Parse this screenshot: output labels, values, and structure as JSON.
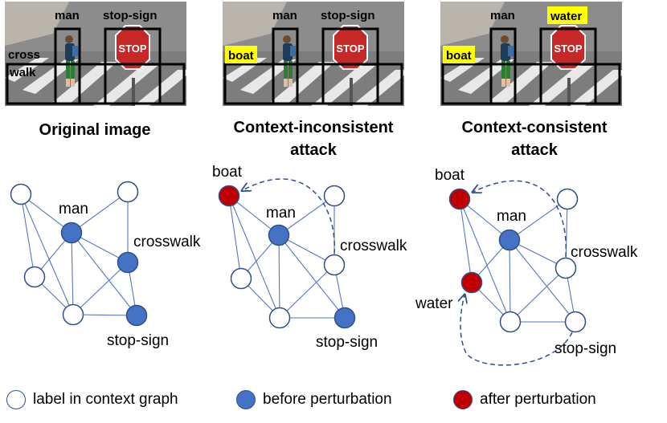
{
  "colors": {
    "edge": "#5576c2",
    "node_empty": "#ffffff",
    "node_blue": "#4472c4",
    "node_red": "#c00000",
    "highlight": "#ffff00"
  },
  "panels": [
    {
      "caption_lines": [
        "Original image",
        ""
      ],
      "boxes": [
        {
          "label": "man",
          "highlight": false
        },
        {
          "label": "stop-sign",
          "highlight": false
        },
        {
          "label": "cross",
          "highlight": false
        },
        {
          "label": "walk",
          "highlight": false
        }
      ],
      "graph_labels": {
        "man": "man",
        "crosswalk": "crosswalk",
        "stopsign": "stop-sign"
      }
    },
    {
      "caption_lines": [
        "Context-inconsistent",
        "attack"
      ],
      "boxes": [
        {
          "label": "man",
          "highlight": false
        },
        {
          "label": "stop-sign",
          "highlight": false
        },
        {
          "label": "boat",
          "highlight": true
        }
      ],
      "graph_labels": {
        "boat": "boat",
        "man": "man",
        "crosswalk": "crosswalk",
        "stopsign": "stop-sign"
      }
    },
    {
      "caption_lines": [
        "Context-consistent",
        "attack"
      ],
      "boxes": [
        {
          "label": "man",
          "highlight": false
        },
        {
          "label": "water",
          "highlight": true
        },
        {
          "label": "boat",
          "highlight": true
        }
      ],
      "graph_labels": {
        "boat": "boat",
        "man": "man",
        "crosswalk": "crosswalk",
        "water": "water",
        "stopsign": "stop-sign"
      }
    }
  ],
  "legend": {
    "empty": "label in context graph",
    "before": "before perturbation",
    "after": "after perturbation"
  }
}
